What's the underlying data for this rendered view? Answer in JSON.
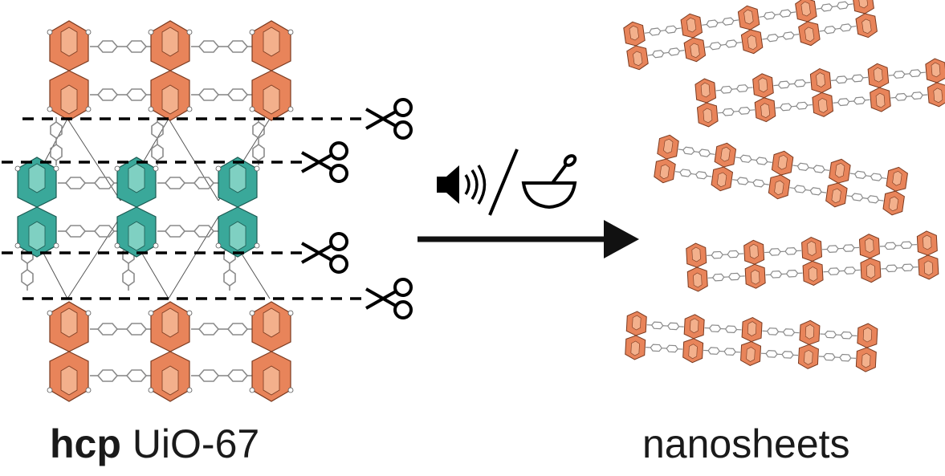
{
  "left_label": {
    "bold": "hcp",
    "rest": "UiO-67"
  },
  "right_label": "nanosheets",
  "process_icons": [
    "speaker-icon",
    "mortar-pestle-icon"
  ],
  "separator": "/",
  "colors": {
    "zr_cluster_outer": "#e8845a",
    "zr_cluster_inner": "#f3b08c",
    "zr_cluster_cut": "#3aa89a",
    "zr_cluster_cut_inner": "#7fd0c2",
    "linker": "#8a8a8a",
    "arrow": "#111111"
  }
}
